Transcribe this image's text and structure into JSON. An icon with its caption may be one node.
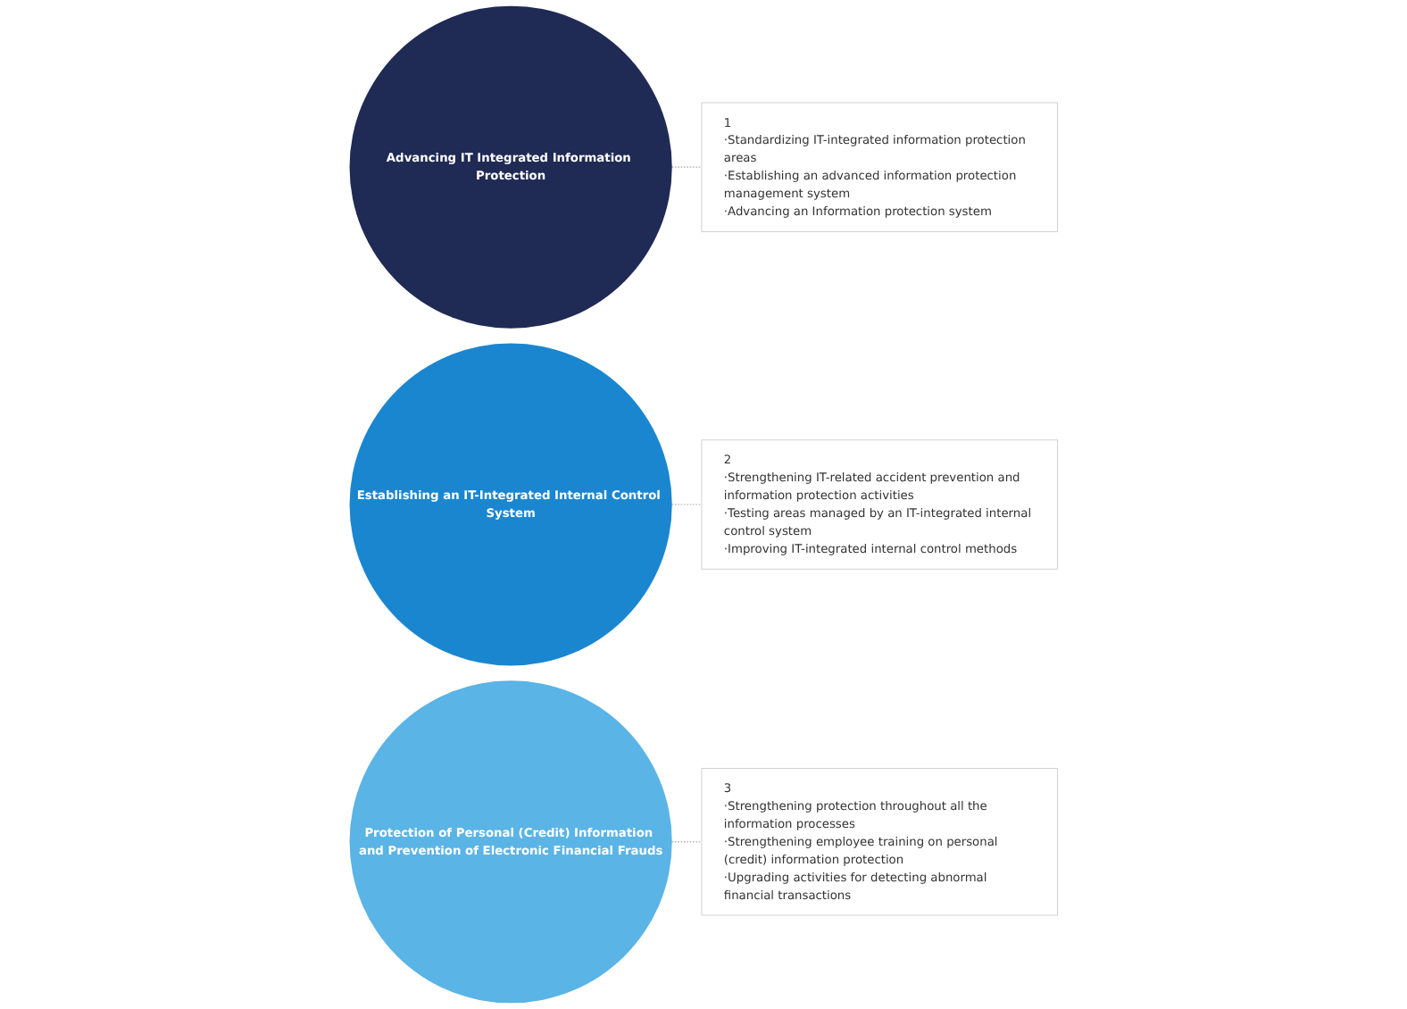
{
  "diagram": {
    "nodes": [
      {
        "text": [
          "Advancing IT Integrated Information Protection"
        ]
      },
      {
        "text": [
          "1",
          "·Standardizing IT-integrated information protection areas",
          "·Establishing an advanced information protection management system",
          "·Advancing an Information protection system"
        ]
      },
      {
        "text": [
          "Establishing an IT-Integrated Internal Control System"
        ]
      },
      {
        "text": [
          "2",
          "·Strengthening IT-related accident prevention and information protection activities",
          "·Testing areas managed by an IT-integrated internal control system",
          "·Improving IT-integrated internal control methods"
        ]
      },
      {
        "text": [
          "Protection of Personal (Credit) Information and Prevention of Electronic Financial Frauds"
        ]
      },
      {
        "text": [
          "3",
          "·Strengthening protection throughout all the information processes",
          "·Strengthening employee training on personal (credit) information protection",
          "·Upgrading activities for detecting abnormal financial transactions"
        ]
      }
    ],
    "edges": [
      {
        "from": 0,
        "to": 1,
        "arrow": "none",
        "style": "dashed"
      },
      {
        "from": 2,
        "to": 3,
        "arrow": "none",
        "style": "dashed"
      },
      {
        "from": 4,
        "to": 5,
        "arrow": "none",
        "style": "dashed"
      }
    ]
  }
}
